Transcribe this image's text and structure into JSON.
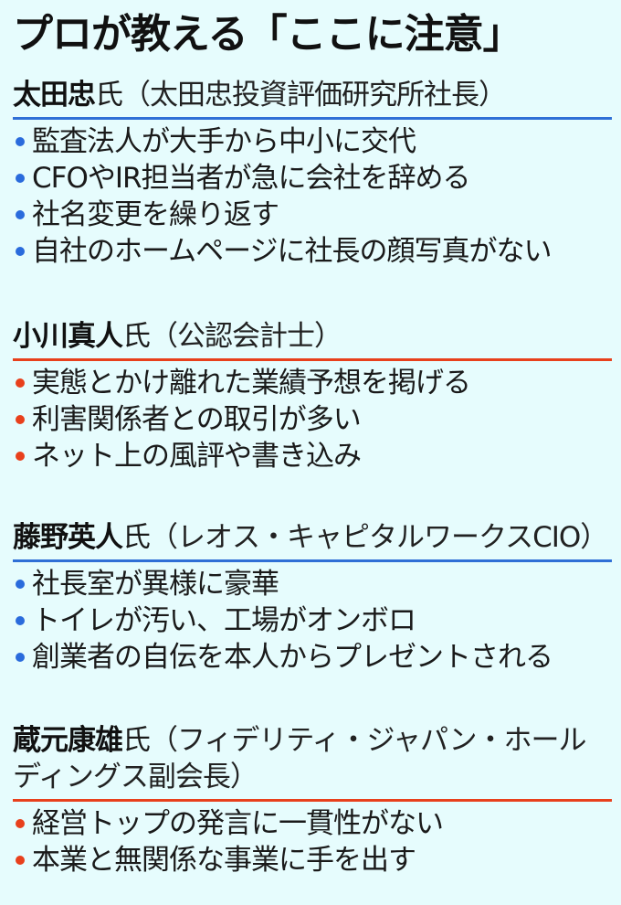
{
  "title": "プロが教える「ここに注意」",
  "colors": {
    "background": "#e6fcfd",
    "blue_accent": "#2f6fd6",
    "red_accent": "#e8401c",
    "text": "#1a1a1a"
  },
  "sections": [
    {
      "name": "太田忠",
      "honorific": "氏",
      "affiliation": "（太田忠投資評価研究所社長）",
      "accent": "blue",
      "bullet_icon": "bullet-dot",
      "items": [
        "監査法人が大手から中小に交代",
        "CFOやIR担当者が急に会社を辞める",
        "社名変更を繰り返す",
        "自社のホームページに社長の顔写真がない"
      ]
    },
    {
      "name": "小川真人",
      "honorific": "氏",
      "affiliation": "（公認会計士）",
      "accent": "red",
      "bullet_icon": "bullet-dot",
      "items": [
        "実態とかけ離れた業績予想を掲げる",
        "利害関係者との取引が多い",
        "ネット上の風評や書き込み"
      ]
    },
    {
      "name": "藤野英人",
      "honorific": "氏",
      "affiliation": "（レオス・キャピタルワークスCIO）",
      "accent": "blue",
      "bullet_icon": "bullet-dot",
      "items": [
        "社長室が異様に豪華",
        "トイレが汚い、工場がオンボロ",
        "創業者の自伝を本人からプレゼントされる"
      ]
    },
    {
      "name": "蔵元康雄",
      "honorific": "氏",
      "affiliation": "（フィデリティ・ジャパン・ホールディングス副会長）",
      "accent": "red",
      "bullet_icon": "bullet-dot",
      "items": [
        "経営トップの発言に一貫性がない",
        "本業と無関係な事業に手を出す"
      ]
    }
  ]
}
